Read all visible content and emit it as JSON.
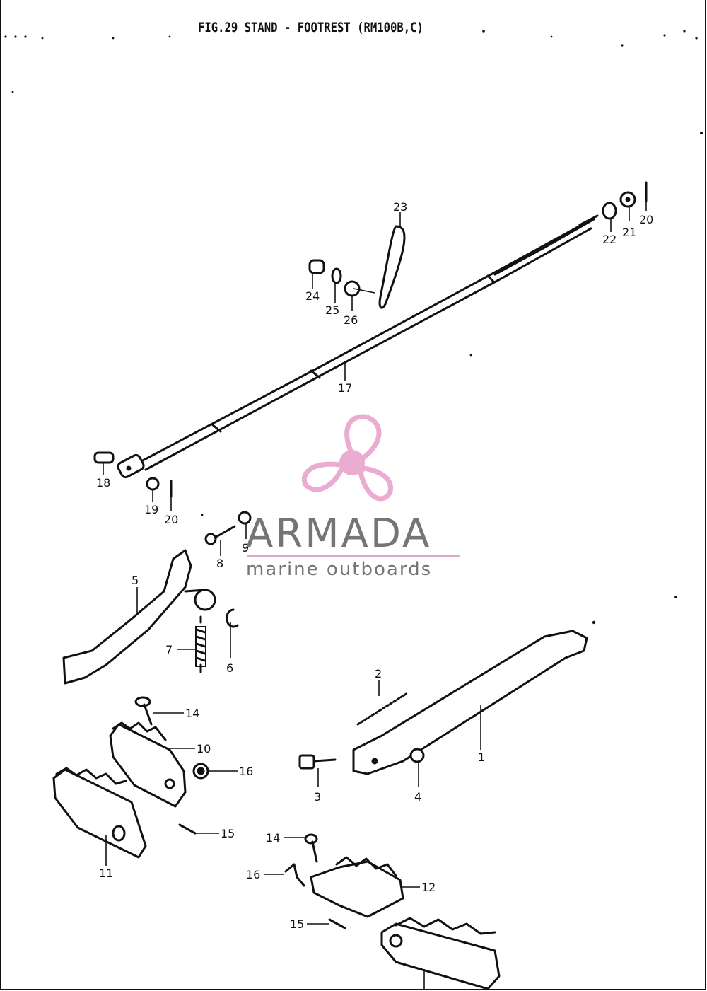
{
  "figure": {
    "title": "FIG.29  STAND - FOOTREST (RM100B,C)"
  },
  "watermark": {
    "brand": "ARMADA",
    "tagline": "marine outboards",
    "accent_color": "#e8a4cc",
    "text_color": "#757575",
    "logo_icon": "propeller-icon"
  },
  "callouts": [
    {
      "id": "1",
      "text": "1"
    },
    {
      "id": "2",
      "text": "2"
    },
    {
      "id": "3",
      "text": "3"
    },
    {
      "id": "4",
      "text": "4"
    },
    {
      "id": "5",
      "text": "5"
    },
    {
      "id": "6",
      "text": "6"
    },
    {
      "id": "7",
      "text": "7"
    },
    {
      "id": "8",
      "text": "8"
    },
    {
      "id": "9",
      "text": "9"
    },
    {
      "id": "10",
      "text": "10"
    },
    {
      "id": "11",
      "text": "11"
    },
    {
      "id": "12",
      "text": "12"
    },
    {
      "id": "14a",
      "text": "14"
    },
    {
      "id": "14b",
      "text": "14"
    },
    {
      "id": "15a",
      "text": "15"
    },
    {
      "id": "15b",
      "text": "15"
    },
    {
      "id": "16a",
      "text": "16"
    },
    {
      "id": "16b",
      "text": "16"
    },
    {
      "id": "17",
      "text": "17"
    },
    {
      "id": "18",
      "text": "18"
    },
    {
      "id": "19",
      "text": "19"
    },
    {
      "id": "20a",
      "text": "20"
    },
    {
      "id": "20b",
      "text": "20"
    },
    {
      "id": "21",
      "text": "21"
    },
    {
      "id": "22",
      "text": "22"
    },
    {
      "id": "23",
      "text": "23"
    },
    {
      "id": "24",
      "text": "24"
    },
    {
      "id": "25",
      "text": "25"
    },
    {
      "id": "26",
      "text": "26"
    }
  ]
}
